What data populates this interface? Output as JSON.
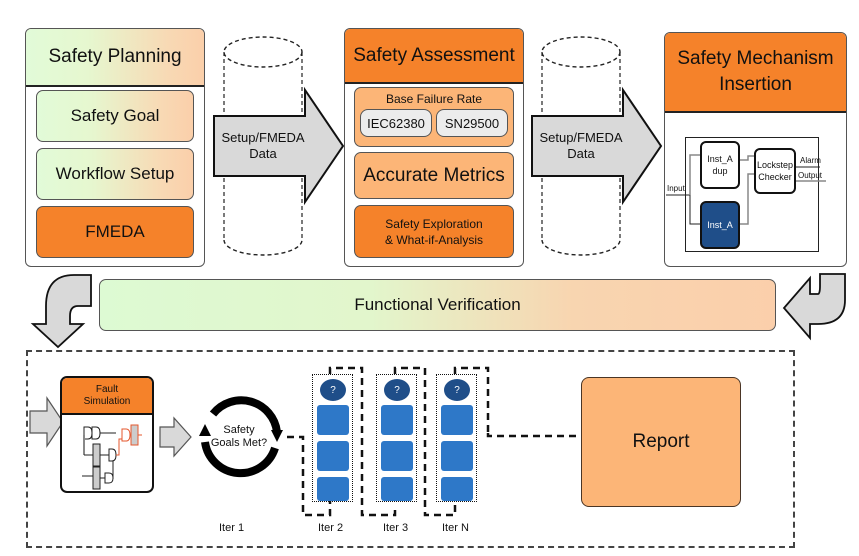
{
  "planning": {
    "title": "Safety Planning",
    "items": [
      "Safety Goal",
      "Workflow Setup",
      "FMEDA"
    ]
  },
  "transfer_arrows": [
    {
      "label_line1": "Setup/FMEDA",
      "label_line2": "Data"
    },
    {
      "label_line1": "Setup/FMEDA",
      "label_line2": "Data"
    }
  ],
  "assessment": {
    "title": "Safety Assessment",
    "base_failure_rate": {
      "label": "Base Failure Rate",
      "standards": [
        "IEC62380",
        "SN29500"
      ]
    },
    "metrics_label": "Accurate Metrics",
    "exploration_line1": "Safety Exploration",
    "exploration_line2": "& What-if-Analysis"
  },
  "mechanism": {
    "title_line1": "Safety Mechanism",
    "title_line2": "Insertion",
    "diagram": {
      "input_label": "Input",
      "dup_line1": "Inst_A",
      "dup_line2": "dup",
      "inst_label": "Inst_A",
      "checker_line1": "Lockstep",
      "checker_line2": "Checker",
      "alarm_label": "Alarm",
      "output_label": "Output"
    }
  },
  "verification": {
    "title": "Functional Verification"
  },
  "fault_sim": {
    "title_line1": "Fault",
    "title_line2": "Simulation"
  },
  "goals_cycle": {
    "line1": "Safety",
    "line2": "Goals Met?"
  },
  "iterations": [
    {
      "label": "Iter 1"
    },
    {
      "label": "Iter 2",
      "badge": "?"
    },
    {
      "label": "Iter 3",
      "badge": "?"
    },
    {
      "label": "Iter N",
      "badge": "?"
    }
  ],
  "report": {
    "label": "Report"
  },
  "colors": {
    "orange": "#f5822a",
    "light_orange": "#fcb577",
    "green_tint": "#e2fbd8",
    "peach_tint": "#fbcfaa",
    "blue_block": "#2e78c8",
    "navy": "#1f4e89",
    "gray_arrow": "#d9d9d9",
    "fault_red": "#e4572e"
  }
}
